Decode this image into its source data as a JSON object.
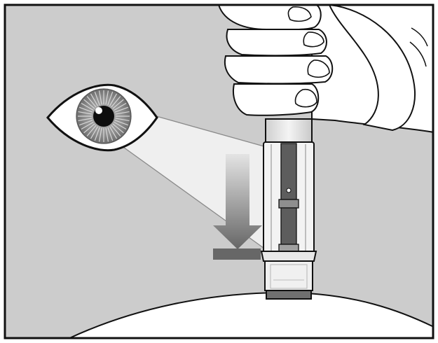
{
  "figure": {
    "kind": "instruction-illustration",
    "subject": "pen-injector",
    "icons": [
      "eye-icon",
      "down-arrow-icon",
      "hand",
      "injector-pen",
      "skin-surface"
    ],
    "colors": {
      "frame_border": "#111111",
      "background": "#cccccc",
      "skin": "#ffffff",
      "outline": "#111111",
      "hand_fill": "#ffffff",
      "pen_body": "#e6e6e6",
      "pen_window_light": "#f3f3f3",
      "plunger_dark": "#5d5d5d",
      "arrow_top": "#e4e4e4",
      "arrow_bottom": "#666666",
      "bar": "#676767",
      "iris": "#8f8f8f",
      "pupil": "#0d0d0d",
      "sight_beam": "#efefef"
    }
  }
}
